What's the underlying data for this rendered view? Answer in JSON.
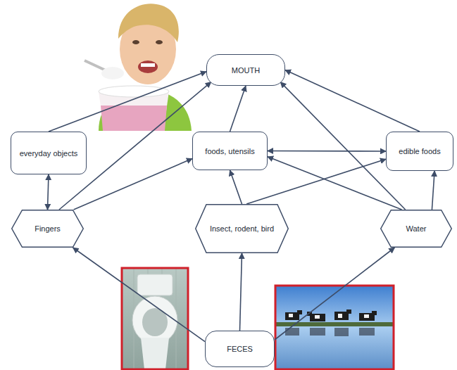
{
  "diagram": {
    "nodes": [
      {
        "text": [
          "MOUTH"
        ]
      },
      {
        "text": [
          "everyday objects"
        ]
      },
      {
        "text": [
          "foods, utensils"
        ]
      },
      {
        "text": [
          "edible foods"
        ]
      },
      {
        "text": [
          "Fingers"
        ]
      },
      {
        "text": [
          "Insect, rodent, bird"
        ]
      },
      {
        "text": [
          "Water"
        ]
      },
      {
        "text": [
          "FECES"
        ]
      }
    ],
    "edges": [
      {
        "from": 1,
        "to": 0,
        "arrow": "to"
      },
      {
        "from": 4,
        "to": 0,
        "arrow": "to"
      },
      {
        "from": 4,
        "to": 1,
        "arrow": "both"
      },
      {
        "from": 4,
        "to": 2,
        "arrow": "to"
      },
      {
        "from": 2,
        "to": 0,
        "arrow": "to"
      },
      {
        "from": 2,
        "to": 3,
        "arrow": "both"
      },
      {
        "from": 5,
        "to": 2,
        "arrow": "to"
      },
      {
        "from": 5,
        "to": 3,
        "arrow": "to"
      },
      {
        "from": 6,
        "to": 2,
        "arrow": "to"
      },
      {
        "from": 6,
        "to": 0,
        "arrow": "to"
      },
      {
        "from": 6,
        "to": 3,
        "arrow": "to"
      },
      {
        "from": 3,
        "to": 0,
        "arrow": "to"
      },
      {
        "from": 7,
        "to": 4,
        "arrow": "to"
      },
      {
        "from": 7,
        "to": 5,
        "arrow": "to"
      },
      {
        "from": 7,
        "to": 6,
        "arrow": "to"
      }
    ]
  }
}
